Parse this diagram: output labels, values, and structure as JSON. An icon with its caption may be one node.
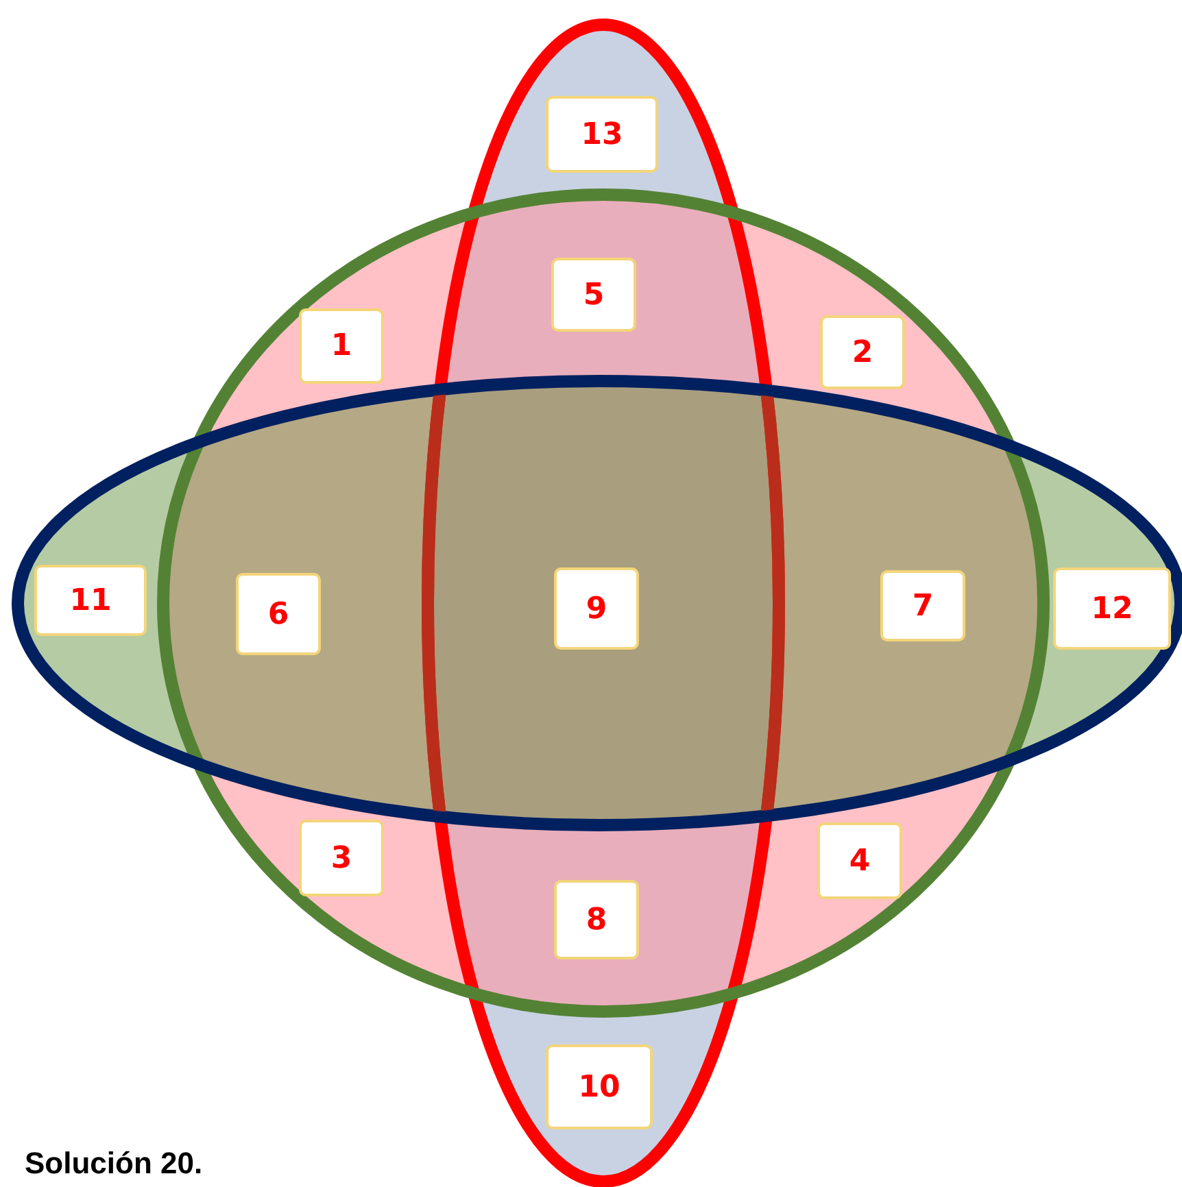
{
  "diagram": {
    "nodes": [
      {
        "text": [
          "13"
        ]
      },
      {
        "text": [
          "5"
        ]
      },
      {
        "text": [
          "1"
        ]
      },
      {
        "text": [
          "2"
        ]
      },
      {
        "text": [
          "11"
        ]
      },
      {
        "text": [
          "6"
        ]
      },
      {
        "text": [
          "9"
        ]
      },
      {
        "text": [
          "7"
        ]
      },
      {
        "text": [
          "12"
        ]
      },
      {
        "text": [
          "3"
        ]
      },
      {
        "text": [
          "4"
        ]
      },
      {
        "text": [
          "8"
        ]
      },
      {
        "text": [
          "10"
        ]
      }
    ],
    "labels": [
      "Solución 20."
    ]
  }
}
